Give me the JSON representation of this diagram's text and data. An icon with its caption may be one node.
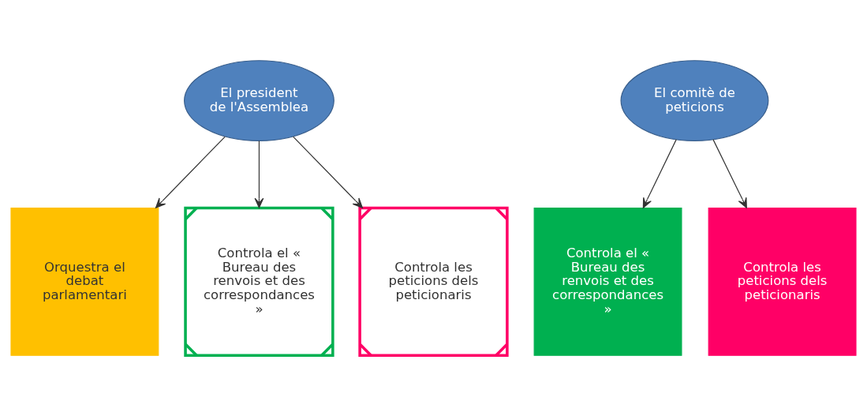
{
  "diagram": {
    "nodes": [
      {
        "text": [
          "El president de l'Assemblea"
        ]
      },
      {
        "text": [
          "El comitè de peticions"
        ]
      },
      {
        "text": [
          "Orquestra el debat parlamentari"
        ]
      },
      {
        "text": [
          "Controla el « Bureau des renvois et des correspondances »"
        ]
      },
      {
        "text": [
          "Controla les peticions dels peticionaris"
        ]
      },
      {
        "text": [
          "Controla el « Bureau des renvois et des correspondances »"
        ]
      },
      {
        "text": [
          "Controla les peticions dels peticionaris"
        ]
      }
    ],
    "edges": [
      {
        "from": 0,
        "to": 2,
        "arrow": "to"
      },
      {
        "from": 0,
        "to": 3,
        "arrow": "to"
      },
      {
        "from": 0,
        "to": 4,
        "arrow": "to"
      },
      {
        "from": 1,
        "to": 5,
        "arrow": "to"
      },
      {
        "from": 1,
        "to": 6,
        "arrow": "to"
      }
    ]
  }
}
